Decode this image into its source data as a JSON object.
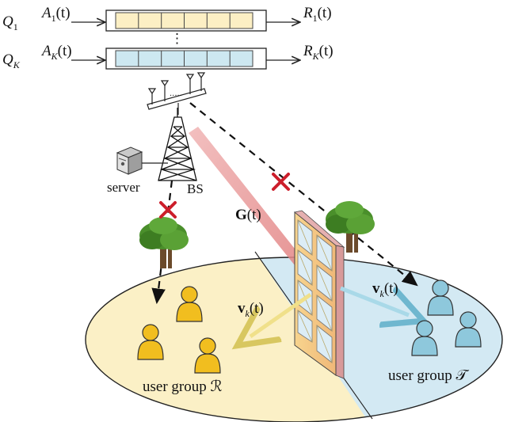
{
  "queues": [
    {
      "name": "Q_1",
      "arrival": "A_1(t)",
      "service": "R_1(t)",
      "color": "#fcefc4"
    },
    {
      "name": "Q_K",
      "arrival": "A_K(t)",
      "service": "R_K(t)",
      "color": "#cde8f1"
    }
  ],
  "ellipsis": "⋮",
  "nodes": {
    "server": "server",
    "base_station": "BS",
    "channel": "G(t)",
    "beam_r": "v_k(t)",
    "beam_t": "v_k(t)",
    "group_r": "user group ℛ",
    "group_t": "user group 𝒯"
  },
  "colors": {
    "reflect_region": "#fbf0c6",
    "transmit_region": "#d3e9f3",
    "user_yellow": "#f1be1f",
    "user_blue": "#8ec8dc",
    "blocked_mark": "#cc1e2b",
    "channel_beam": "#e79a9a"
  }
}
